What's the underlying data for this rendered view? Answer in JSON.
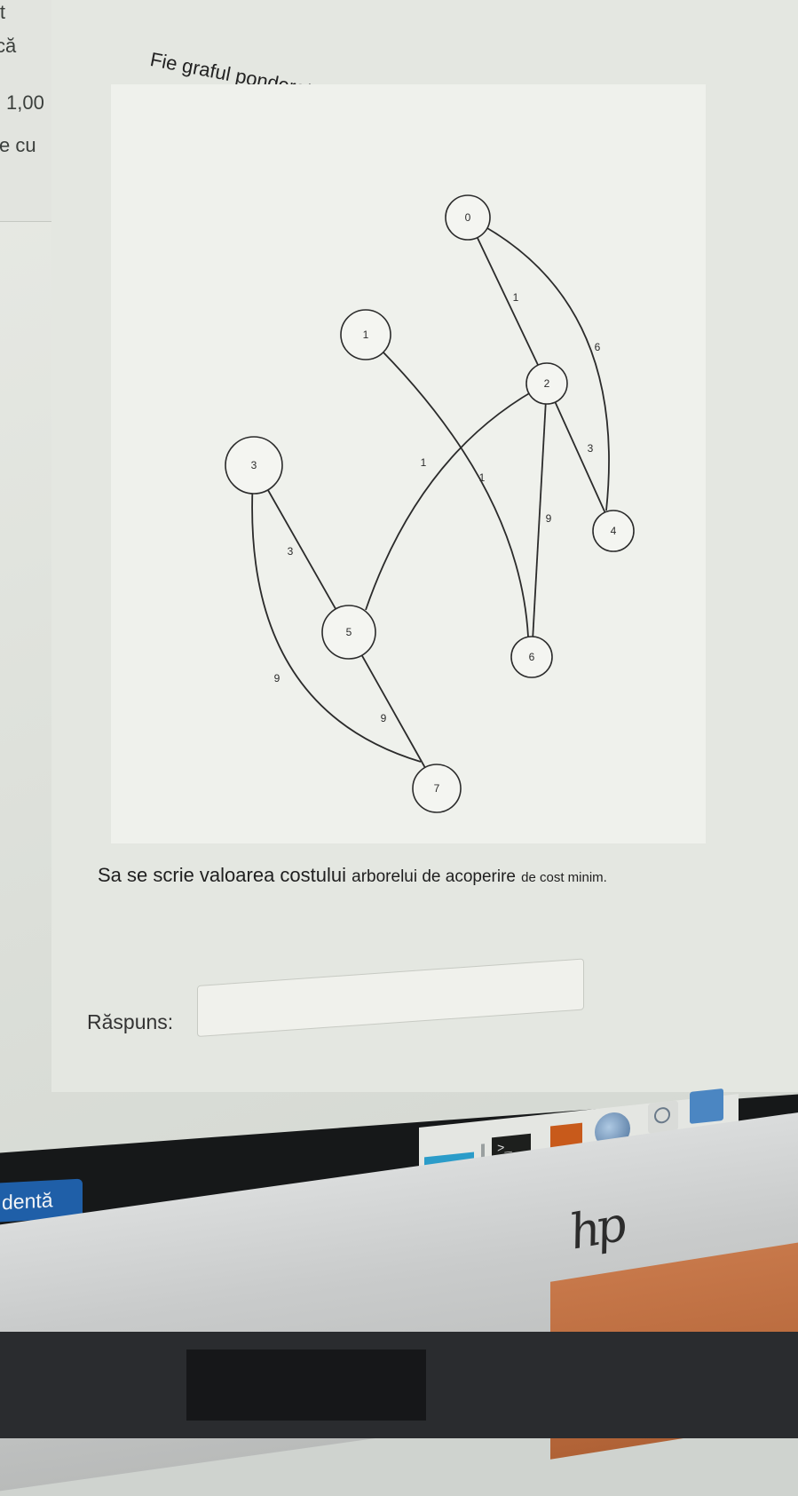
{
  "info_panel": {
    "lines": [
      "it",
      "că",
      "1,00",
      "e cu"
    ]
  },
  "question": {
    "prompt": "Fie graful ponderat din figura:",
    "text_main": "Sa se scrie valoarea costului",
    "text_mid": "arborelui de acoperire",
    "text_end": "de cost minim.",
    "answer_label": "Răspuns:",
    "answer_value": ""
  },
  "graph": {
    "nodes": [
      {
        "id": "0",
        "label": "0"
      },
      {
        "id": "1",
        "label": "1"
      },
      {
        "id": "2",
        "label": "2"
      },
      {
        "id": "3",
        "label": "3"
      },
      {
        "id": "4",
        "label": "4"
      },
      {
        "id": "5",
        "label": "5"
      },
      {
        "id": "6",
        "label": "6"
      },
      {
        "id": "7",
        "label": "7"
      }
    ],
    "edges": [
      {
        "from": "0",
        "to": "2",
        "weight": "1"
      },
      {
        "from": "0",
        "to": "4",
        "weight": "6"
      },
      {
        "from": "2",
        "to": "4",
        "weight": "3"
      },
      {
        "from": "2",
        "to": "5",
        "weight": "1"
      },
      {
        "from": "2",
        "to": "6",
        "weight": "9"
      },
      {
        "from": "1",
        "to": "6",
        "weight": "1"
      },
      {
        "from": "3",
        "to": "5",
        "weight": "3"
      },
      {
        "from": "3",
        "to": "7",
        "weight": "9"
      },
      {
        "from": "5",
        "to": "7",
        "weight": "9"
      }
    ]
  },
  "navigation": {
    "previous_label": "dentă"
  },
  "taskbar": {
    "items": [
      "app-icon",
      "terminal-icon",
      "orange-app-icon",
      "globe-icon",
      "search-icon",
      "folder-icon"
    ],
    "terminal_glyph": ">_"
  },
  "colors": {
    "accent_blue": "#1f5fa8",
    "taskbar_blue": "#2b9cc9"
  }
}
